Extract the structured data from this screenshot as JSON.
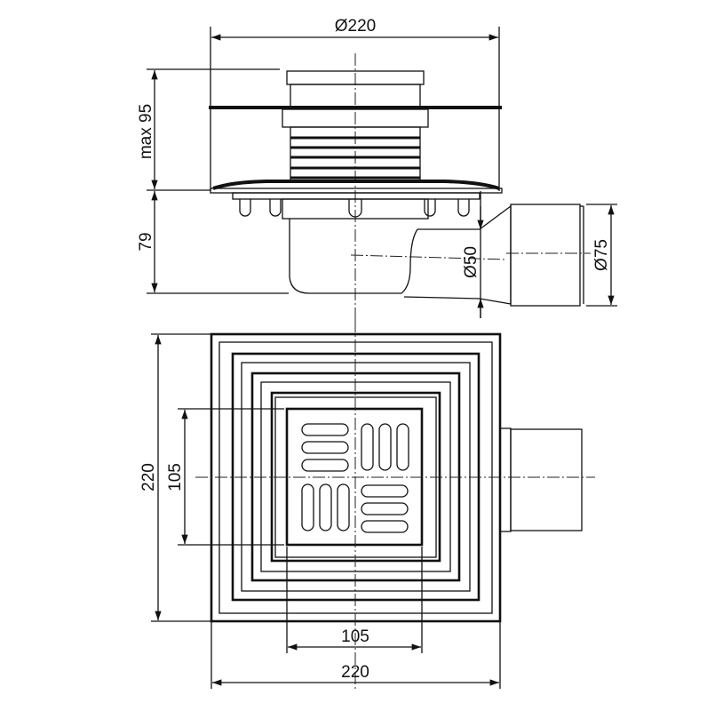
{
  "drawing": {
    "side_view": {
      "width_dim": "Ø220",
      "height_top_dim": "max 95",
      "height_bottom_dim": "79",
      "outlet_inner_dim": "Ø50",
      "outlet_outer_dim": "Ø75"
    },
    "top_view": {
      "body_height_dim": "220",
      "grate_height_dim": "105",
      "grate_width_dim": "105",
      "body_width_dim": "220"
    }
  }
}
